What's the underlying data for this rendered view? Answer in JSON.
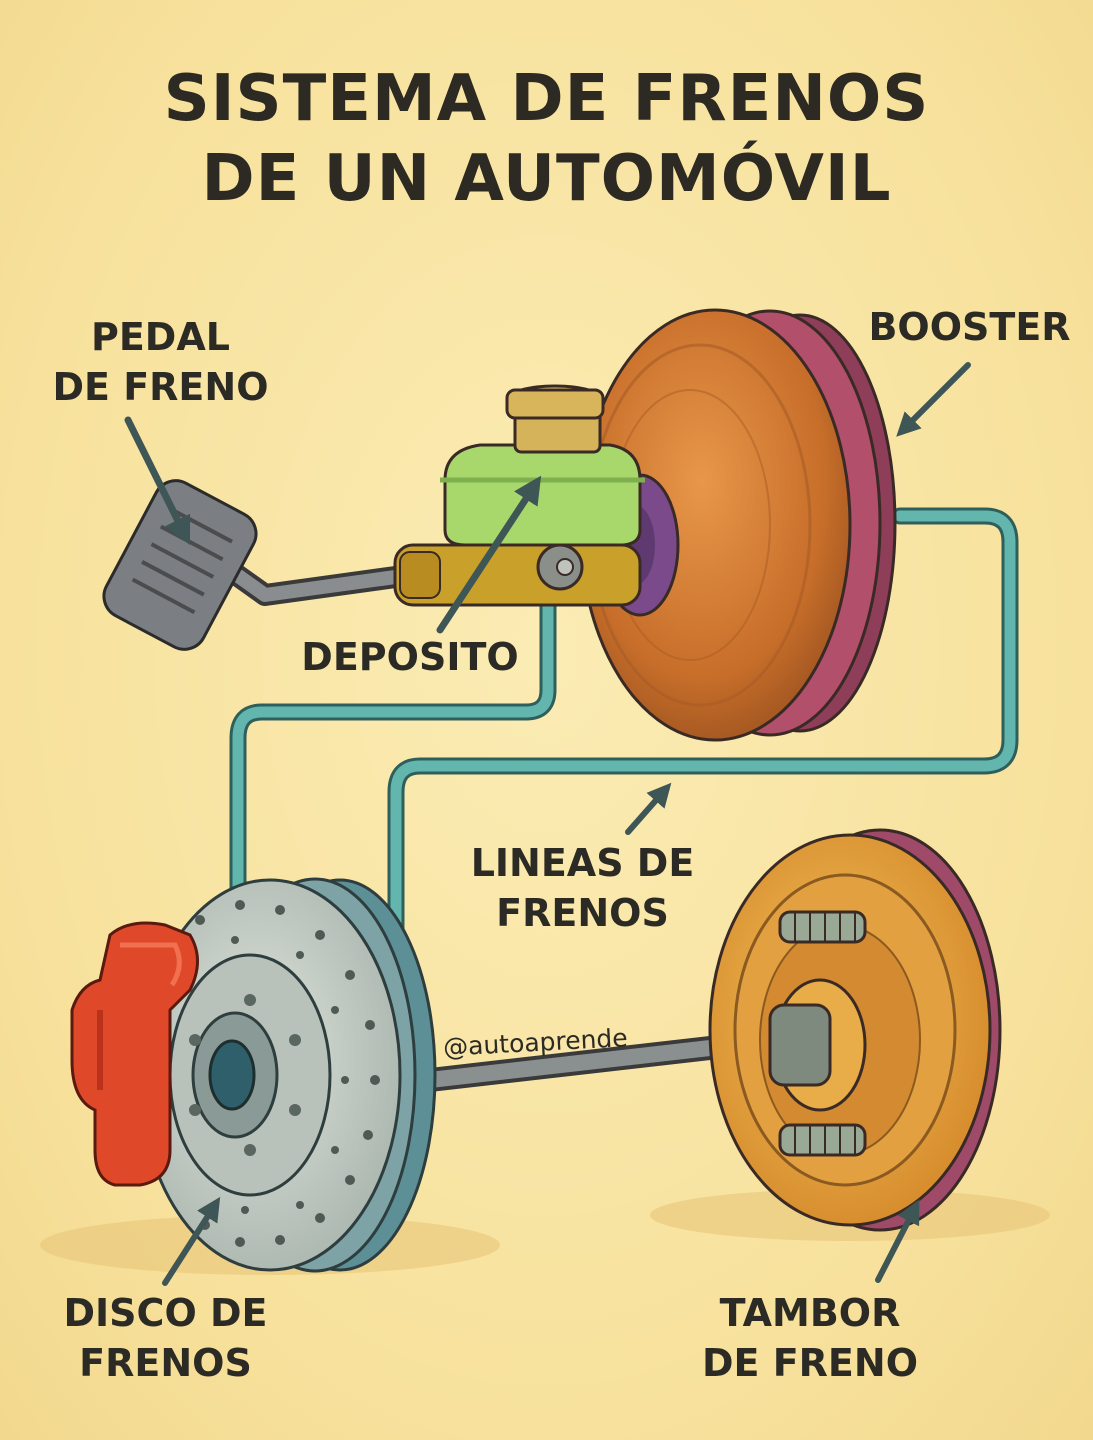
{
  "title": {
    "line1": "SISTEMA DE FRENOS",
    "line2": "DE UN AUTOMÓVIL"
  },
  "labels": {
    "pedal_line1": "PEDAL",
    "pedal_line2": "DE FRENO",
    "booster": "BOOSTER",
    "deposito": "DEPOSITO",
    "lineas_line1": "LINEAS DE",
    "lineas_line2": "FRENOS",
    "disco_line1": "DISCO DE",
    "disco_line2": "FRENOS",
    "tambor_line1": "TAMBOR",
    "tambor_line2": "DE FRENO"
  },
  "watermark": "@autoaprende",
  "colors": {
    "background": "#f8e4a0",
    "text": "#2c2a22",
    "brake_line": "#4fa7a0",
    "arrow": "#3f5656",
    "booster": "#c7702d",
    "booster_rim": "#9a3f5a",
    "reservoir": "#a6d66a",
    "caliper": "#e0482a",
    "disc": "#c9d0c9",
    "drum": "#e8a33a",
    "drum_rim": "#9c4a6a",
    "pedal": "#7b7e82"
  }
}
